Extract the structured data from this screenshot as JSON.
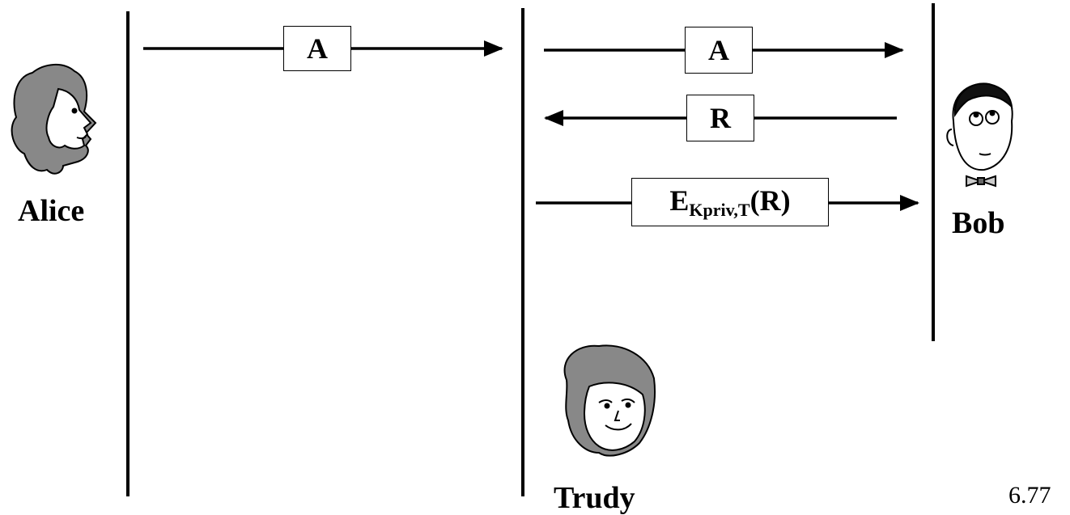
{
  "actors": {
    "alice": "Alice",
    "bob": "Bob",
    "trudy": "Trudy"
  },
  "messages": {
    "m1": "A",
    "m2": "A",
    "m3": "R",
    "m4": {
      "base": "E",
      "sub": "Kpriv,T",
      "suffix": "(R)"
    }
  },
  "icons": {
    "alice": "alice-face-icon",
    "bob": "bob-face-icon",
    "trudy": "trudy-face-icon"
  },
  "slide_number": "6.77"
}
